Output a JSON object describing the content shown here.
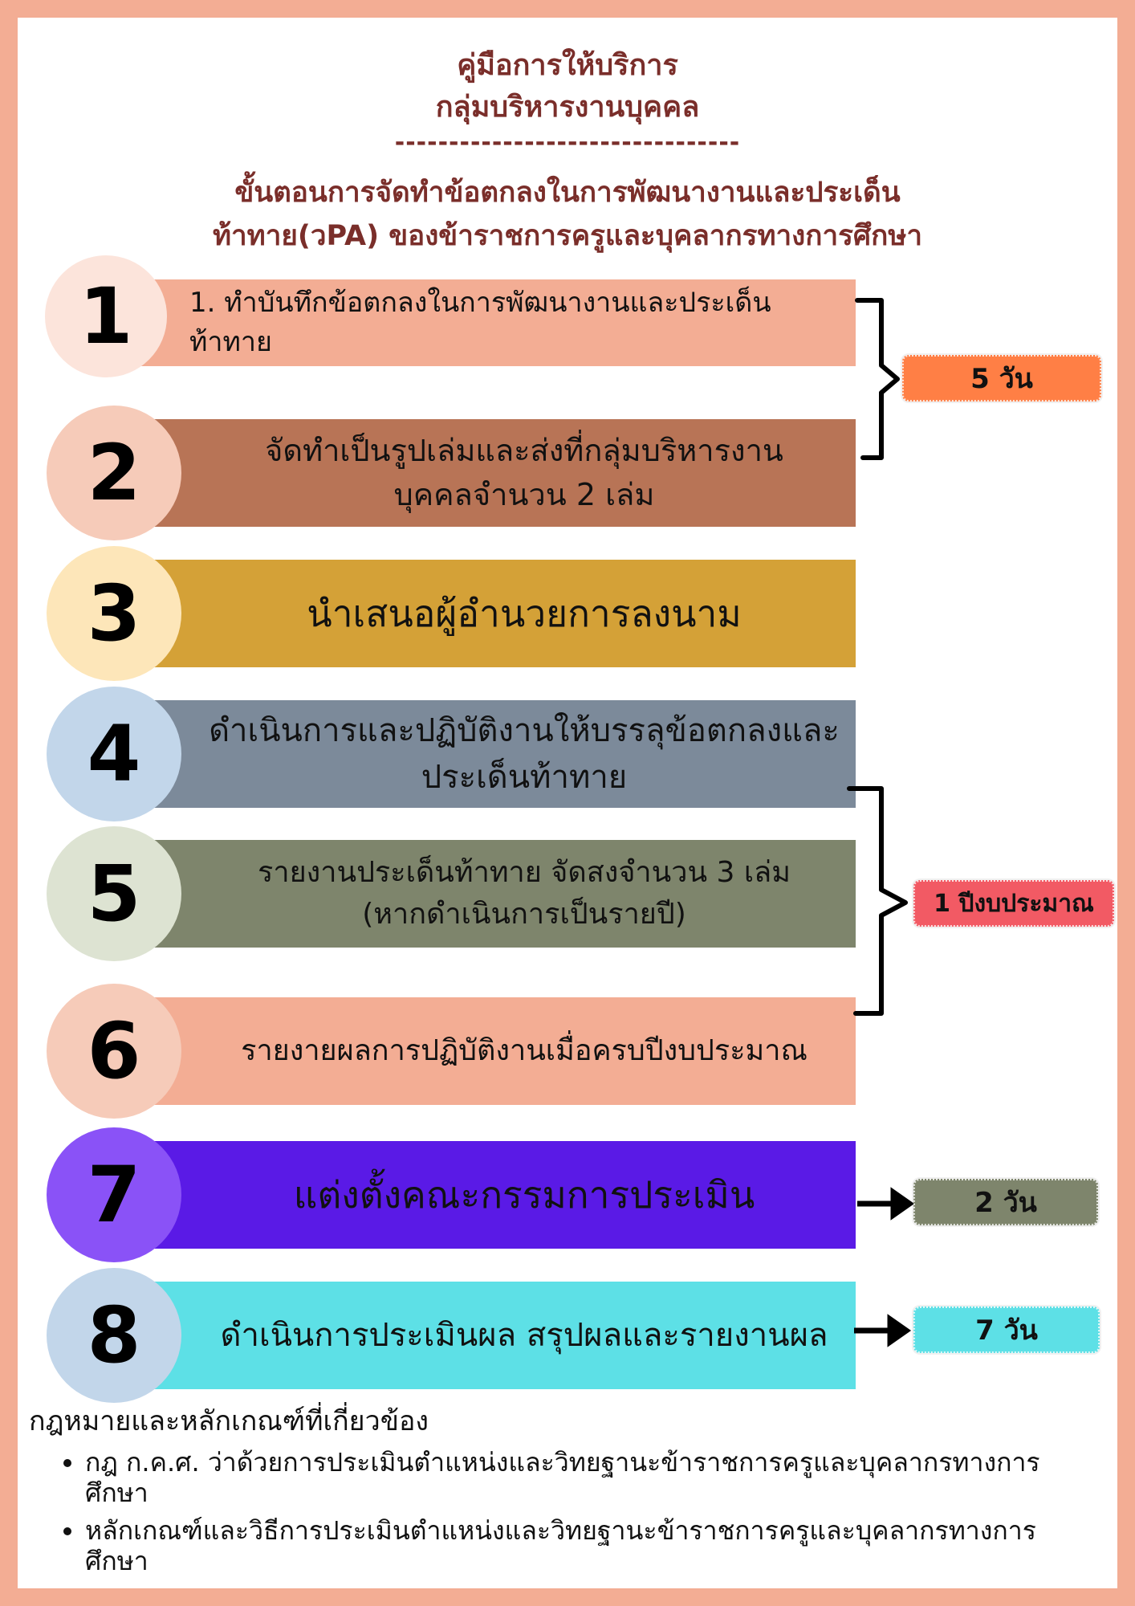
{
  "header": {
    "line1": "คู่มือการให้บริการ",
    "line2": "กลุ่มบริหารงานบุคคล",
    "divider": "--------------------------------",
    "line4": "ขั้นตอนการจัดทำข้อตกลงในการพัฒนางานและประเด็น",
    "line5": "ท้าทาย(วPA) ของข้าราชการครูและบุคลากรทางการศึกษา"
  },
  "steps": [
    {
      "number": "1",
      "text": "1. ทำบันทึกข้อตกลงในการพัฒนางานและประเด็นท้าทาย",
      "bar_color": "#F3AD94",
      "circle_color": "#FCE4DB"
    },
    {
      "number": "2",
      "text": "จัดทำเป็นรูปเล่มและส่งที่กลุ่มบริหารงานบุคคลจำนวน 2 เล่ม",
      "bar_color": "#B87456",
      "circle_color": "#F6CBB9"
    },
    {
      "number": "3",
      "text": "นำเสนอผู้อำนวยการลงนาม",
      "bar_color": "#D4A137",
      "circle_color": "#FDE6B9"
    },
    {
      "number": "4",
      "text": "ดำเนินการและปฏิบัติงานให้บรรลุข้อตกลงและประเด็นท้าทาย",
      "bar_color": "#7C8A9A",
      "circle_color": "#C2D6EA"
    },
    {
      "number": "5",
      "text": "รายงานประเด็นท้าทาย จัดสงจำนวน 3 เล่ม (หากดำเนินการเป็นรายปี)",
      "bar_color": "#7E856C",
      "circle_color": "#DDE3D2"
    },
    {
      "number": "6",
      "text": "รายงายผลการปฏิบัติงานเมื่อครบปีงบประมาณ",
      "bar_color": "#F3AD94",
      "circle_color": "#F6CBB9"
    },
    {
      "number": "7",
      "text": "แต่งตั้งคณะกรรมการประเมิน",
      "bar_color": "#5A1AE6",
      "circle_color": "#8A52F7"
    },
    {
      "number": "8",
      "text": "ดำเนินการประเมินผล สรุปผลและรายงานผล",
      "bar_color": "#5DE0E6",
      "circle_color": "#C2D6EA"
    }
  ],
  "durations": [
    {
      "label": "5 วัน",
      "color": "#FF7F45"
    },
    {
      "label": "1 ปีงบประมาณ",
      "color": "#F25A64"
    },
    {
      "label": "2 วัน",
      "color": "#7E856C"
    },
    {
      "label": "7 วัน",
      "color": "#5DE0E6"
    }
  ],
  "laws": {
    "title": "กฎหมายและหลักเกณฑ์ที่เกี่ยวข้อง",
    "items": [
      "กฎ ก.ค.ศ. ว่าด้วยการประเมินตำแหน่งและวิทยฐานะข้าราชการครูและบุคลากรทางการศึกษา",
      "หลักเกณฑ์และวิธีการประเมินตำแหน่งและวิทยฐานะข้าราชการครูและบุคลากรทางการศึกษา"
    ]
  }
}
